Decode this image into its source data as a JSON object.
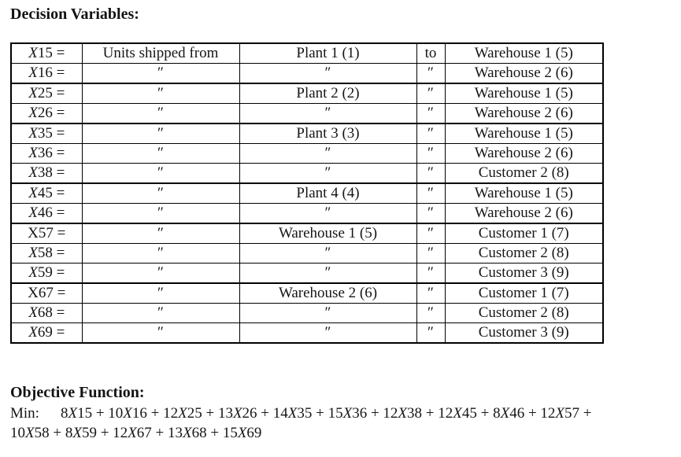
{
  "headings": {
    "decision_variables": "Decision Variables:",
    "objective_function": "Objective Function:"
  },
  "table": {
    "equals": "=",
    "ditto": "″",
    "rows": [
      {
        "variable": "X15",
        "x_italic": true,
        "group_start": true,
        "shipped": "Units shipped from",
        "source": "Plant 1 (1)",
        "to": "to",
        "destination": "Warehouse 1 (5)"
      },
      {
        "variable": "X16",
        "x_italic": true,
        "group_start": false,
        "shipped": "″",
        "source": "″",
        "to": "″",
        "destination": "Warehouse 2 (6)"
      },
      {
        "variable": "X25",
        "x_italic": true,
        "group_start": true,
        "shipped": "″",
        "source": "Plant 2 (2)",
        "to": "″",
        "destination": "Warehouse 1 (5)"
      },
      {
        "variable": "X26",
        "x_italic": true,
        "group_start": false,
        "shipped": "″",
        "source": "″",
        "to": "″",
        "destination": "Warehouse 2 (6)"
      },
      {
        "variable": "X35",
        "x_italic": true,
        "group_start": true,
        "shipped": "″",
        "source": "Plant 3 (3)",
        "to": "″",
        "destination": "Warehouse 1 (5)"
      },
      {
        "variable": "X36",
        "x_italic": true,
        "group_start": false,
        "shipped": "″",
        "source": "″",
        "to": "″",
        "destination": "Warehouse 2 (6)"
      },
      {
        "variable": "X38",
        "x_italic": true,
        "group_start": false,
        "shipped": "″",
        "source": "″",
        "to": "″",
        "destination": "Customer 2 (8)"
      },
      {
        "variable": "X45",
        "x_italic": true,
        "group_start": true,
        "shipped": "″",
        "source": "Plant 4 (4)",
        "to": "″",
        "destination": "Warehouse 1 (5)"
      },
      {
        "variable": "X46",
        "x_italic": true,
        "group_start": false,
        "shipped": "″",
        "source": "″",
        "to": "″",
        "destination": "Warehouse 2 (6)"
      },
      {
        "variable": "X57",
        "x_italic": false,
        "group_start": true,
        "shipped": "″",
        "source": "Warehouse 1 (5)",
        "to": "″",
        "destination": "Customer 1 (7)"
      },
      {
        "variable": "X58",
        "x_italic": true,
        "group_start": false,
        "shipped": "″",
        "source": "″",
        "to": "″",
        "destination": "Customer 2 (8)"
      },
      {
        "variable": "X59",
        "x_italic": true,
        "group_start": false,
        "shipped": "″",
        "source": "″",
        "to": "″",
        "destination": "Customer 3 (9)"
      },
      {
        "variable": "X67",
        "x_italic": false,
        "group_start": true,
        "shipped": "″",
        "source": "Warehouse 2 (6)",
        "to": "″",
        "destination": "Customer 1 (7)"
      },
      {
        "variable": "X68",
        "x_italic": true,
        "group_start": false,
        "shipped": "″",
        "source": "″",
        "to": "″",
        "destination": "Customer 2 (8)"
      },
      {
        "variable": "X69",
        "x_italic": true,
        "group_start": false,
        "shipped": "″",
        "source": "″",
        "to": "″",
        "destination": "Customer 3 (9)"
      }
    ]
  },
  "objective": {
    "prefix": "Min:",
    "plus": "+",
    "lines": [
      {
        "terms": [
          "8X15",
          "10X16",
          "12X25",
          "13X26",
          "14X35",
          "15X36",
          "12X38",
          "12X45",
          "8X46",
          "12X57"
        ],
        "trailing_plus": true
      },
      {
        "terms": [
          "10X58",
          "8X59",
          "12X67",
          "13X68",
          "15X69"
        ],
        "trailing_plus": false
      }
    ]
  },
  "colors": {
    "text": "#161616",
    "border": "#000000",
    "background": "#ffffff"
  }
}
